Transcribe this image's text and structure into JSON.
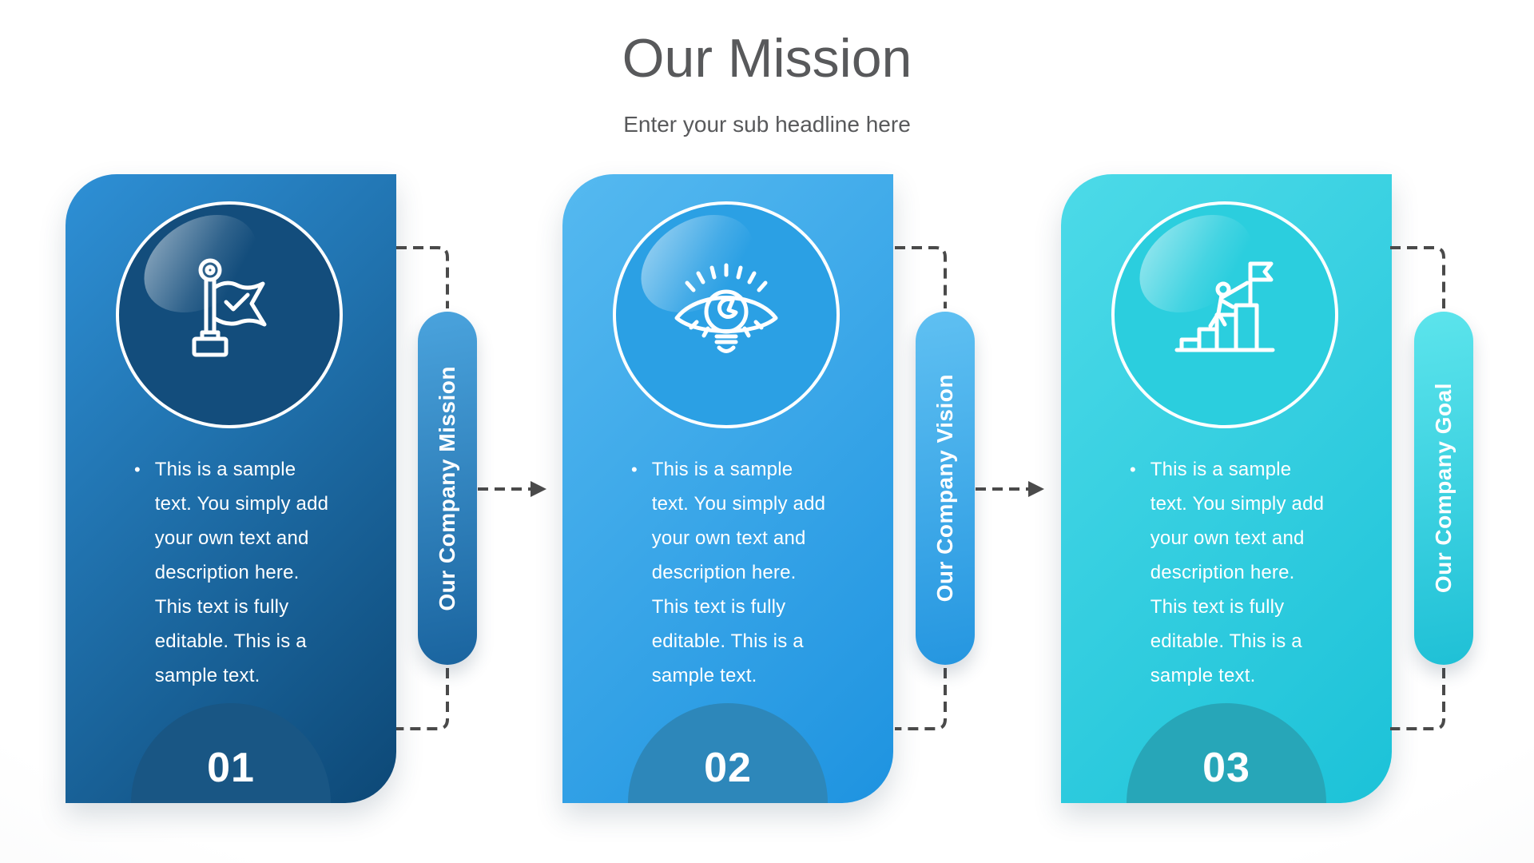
{
  "slide": {
    "title": "Our Mission",
    "subtitle": "Enter your sub headline here"
  },
  "cards": [
    {
      "number": "01",
      "pill_label": "Our Company Mission",
      "icon": "flag-checkmark-icon",
      "bullet": "•",
      "body": "This is a sample text. You simply add your own text and description here. This text is fully editable. This is a sample text.",
      "card_gradient": [
        "#2e90d6",
        "#0d4876"
      ],
      "circle_fill": "#134d7c",
      "pill_gradient": [
        "#4aa3dd",
        "#1a649f"
      ],
      "semicircle_fill": "#195684"
    },
    {
      "number": "02",
      "pill_label": "Our Company Vision",
      "icon": "eye-bulb-icon",
      "bullet": "•",
      "body": "This is a sample text. You simply add your own text and description here. This text is fully editable. This is a sample text.",
      "card_gradient": [
        "#55b9f0",
        "#1e93e0"
      ],
      "circle_fill": "#2ba0e4",
      "pill_gradient": [
        "#5fc0f2",
        "#2596e0"
      ],
      "semicircle_fill": "#2d87ba"
    },
    {
      "number": "03",
      "pill_label": "Our Company Goal",
      "icon": "goal-steps-icon",
      "bullet": "•",
      "body": "This is a sample text. You simply add your own text and description here. This text is fully editable. This is a sample text.",
      "card_gradient": [
        "#4cdae8",
        "#1cc2d8"
      ],
      "circle_fill": "#2bcede",
      "pill_gradient": [
        "#5ce4ec",
        "#1fc0d6"
      ],
      "semicircle_fill": "#27a6b8"
    }
  ],
  "colors": {
    "heading": "#58595b",
    "body_text": "#ffffff",
    "connector": "#4a4a4a",
    "background": "#fafbfc"
  }
}
